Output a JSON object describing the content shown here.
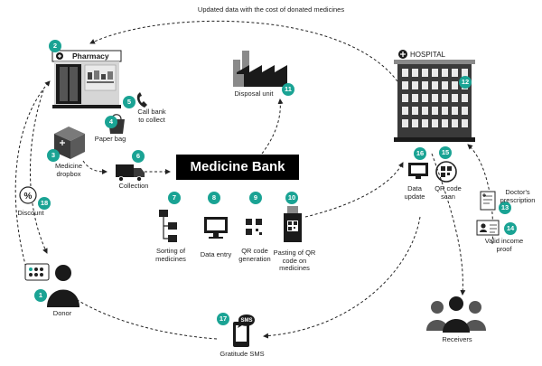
{
  "top_caption": "Updated data with the cost of donated medicines",
  "center": {
    "title": "Medicine Bank"
  },
  "pharmacy": {
    "sign": "Pharmacy"
  },
  "hospital": {
    "sign": "HOSPITAL"
  },
  "sms_icon_text": "SMS",
  "steps": [
    {
      "num": "1",
      "label": "Donor"
    },
    {
      "num": "2",
      "label": ""
    },
    {
      "num": "3",
      "label": "Medicine dropbox"
    },
    {
      "num": "4",
      "label": "Paper bag"
    },
    {
      "num": "5",
      "label": "Call bank to collect"
    },
    {
      "num": "6",
      "label": "Collection"
    },
    {
      "num": "7",
      "label": "Sorting of medicines"
    },
    {
      "num": "8",
      "label": "Data entry"
    },
    {
      "num": "9",
      "label": "QR code generation"
    },
    {
      "num": "10",
      "label": "Pasting of QR code on medicines"
    },
    {
      "num": "11",
      "label": "Disposal unit"
    },
    {
      "num": "12",
      "label": ""
    },
    {
      "num": "13",
      "label": "Doctor's prescription"
    },
    {
      "num": "14",
      "label": "Valid income proof"
    },
    {
      "num": "15",
      "label": "QR code scan"
    },
    {
      "num": "16",
      "label": "Data update"
    },
    {
      "num": "17",
      "label": "Gratitude SMS"
    },
    {
      "num": "18",
      "label": "Discount"
    }
  ],
  "receivers_label": "Receivers",
  "colors": {
    "accent": "#1aa394",
    "dark": "#1a1a1a",
    "gray": "#8a8a8a"
  }
}
